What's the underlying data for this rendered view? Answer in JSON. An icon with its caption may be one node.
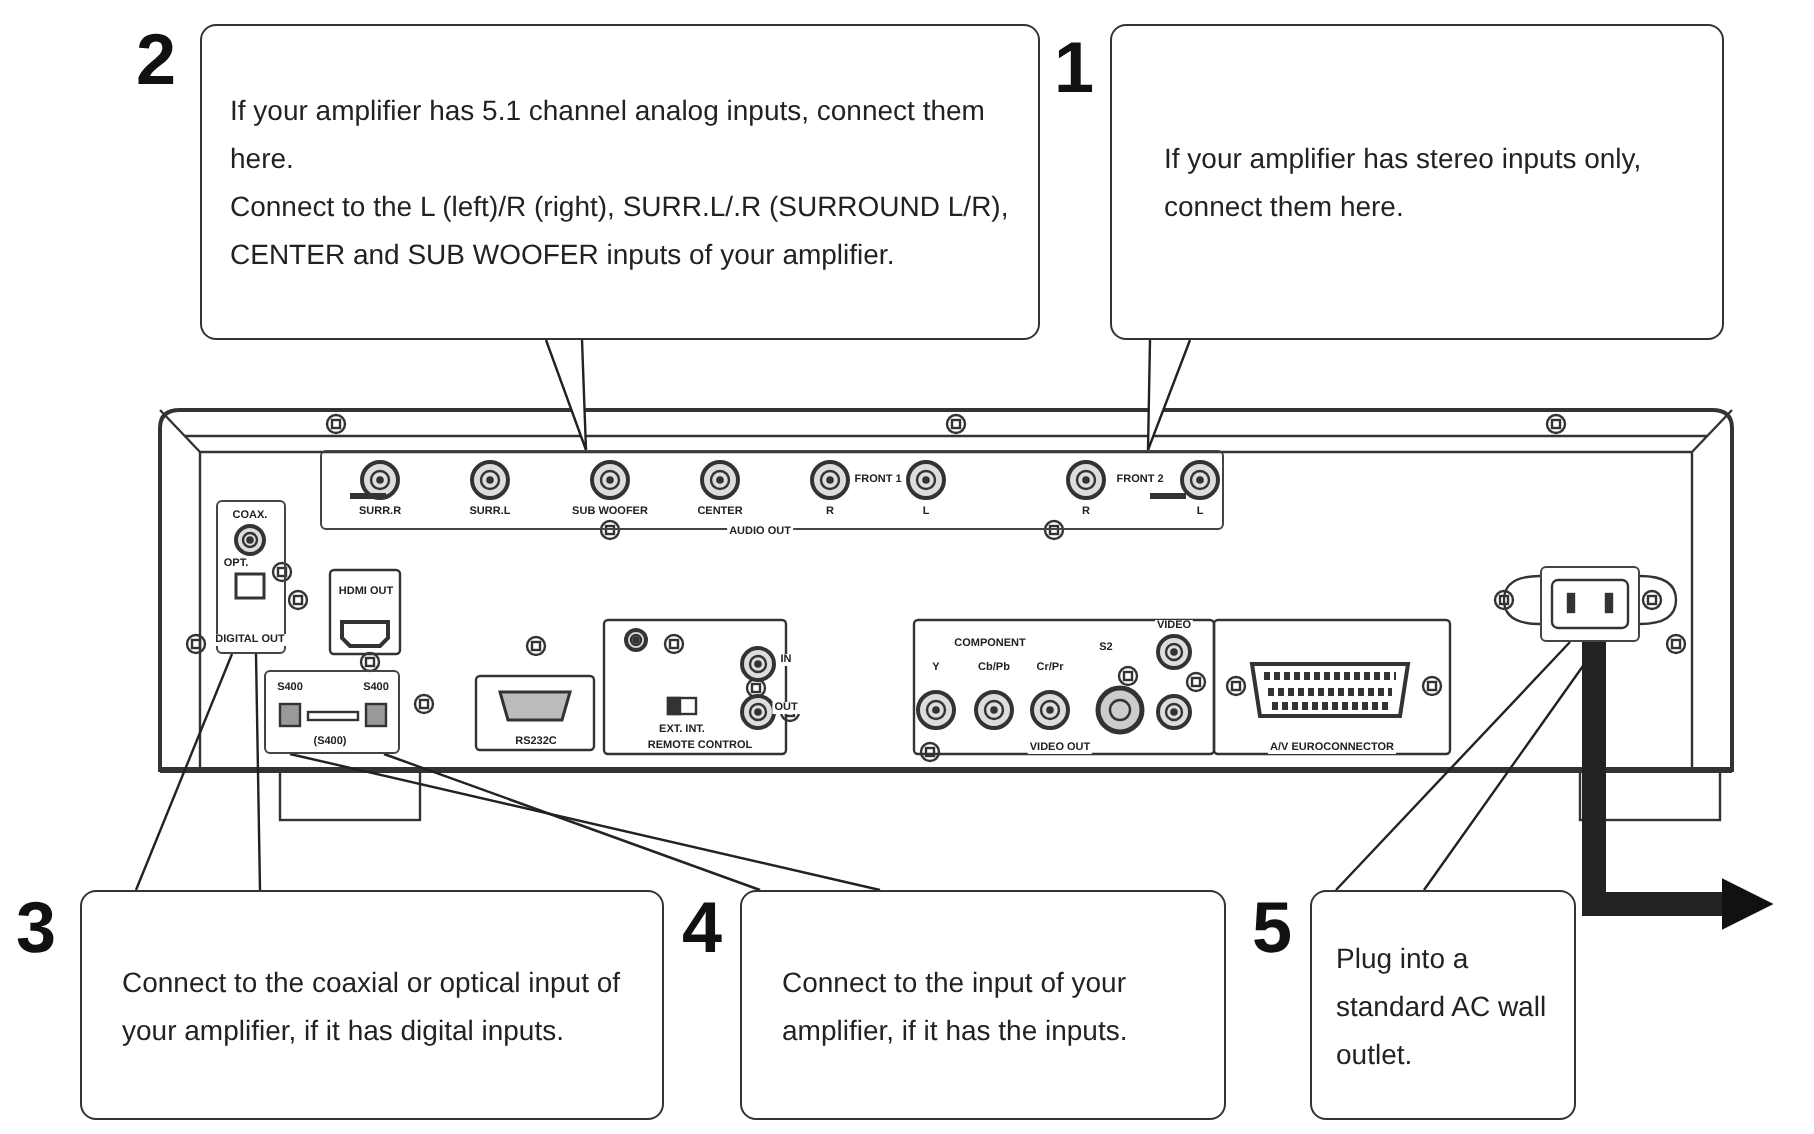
{
  "diagram": {
    "nodes": [
      {
        "text": [
          "If your amplifier has 5.1 channel analog inputs, connect them here.",
          "Connect to the L (left)/R (right), SURR.L/.R (SURROUND L/R), CENTER and SUB WOOFER inputs of your amplifier."
        ],
        "beside": [
          "2"
        ]
      },
      {
        "text": [
          "If your amplifier has stereo inputs only, connect them here."
        ],
        "beside": [
          "1"
        ]
      },
      {
        "text": [
          "Connect to the coaxial or optical input of your amplifier, if it has digital inputs."
        ],
        "beside": [
          "3"
        ]
      },
      {
        "text": [
          "Connect to the input of your amplifier, if it has the inputs."
        ],
        "beside": [
          "4"
        ]
      },
      {
        "text": [
          "Plug into a standard AC wall outlet."
        ],
        "beside": [
          "5"
        ]
      },
      {
        "text": [],
        "shape": "box"
      },
      {
        "text": [],
        "shape": "box"
      },
      {
        "text": [],
        "shape": "box"
      },
      {
        "text": [],
        "shape": "box"
      }
    ],
    "edges": [
      {
        "from": 0,
        "to": 5,
        "arrow": "none"
      },
      {
        "from": 1,
        "to": 5,
        "arrow": "none"
      },
      {
        "from": 2,
        "to": 6,
        "arrow": "none"
      },
      {
        "from": 2,
        "to": 6,
        "arrow": "none"
      },
      {
        "from": 3,
        "to": 7,
        "arrow": "none"
      },
      {
        "from": 3,
        "to": 7,
        "arrow": "none"
      },
      {
        "from": 4,
        "to": 8,
        "arrow": "none"
      },
      {
        "from": 4,
        "to": 8,
        "arrow": "none"
      },
      {
        "from": 8,
        "to": null,
        "arrow": "to",
        "style": "thick"
      }
    ],
    "labels": [
      "SURR.R",
      "SURR.L",
      "SUB WOOFER",
      "CENTER",
      "R",
      "FRONT 1",
      "L",
      "R",
      "FRONT 2",
      "L",
      "AUDIO OUT",
      "COAX.",
      "OPT.",
      "DIGITAL OUT",
      "HDMI OUT",
      "S400",
      "S400",
      "(S400)",
      "RS232C",
      "IN",
      "OUT",
      "EXT. INT.",
      "REMOTE CONTROL",
      "COMPONENT",
      "Y",
      "Cb/Pb",
      "Cr/Pr",
      "S2",
      "VIDEO",
      "VIDEO OUT",
      "A/V EUROCONNECTOR"
    ]
  }
}
